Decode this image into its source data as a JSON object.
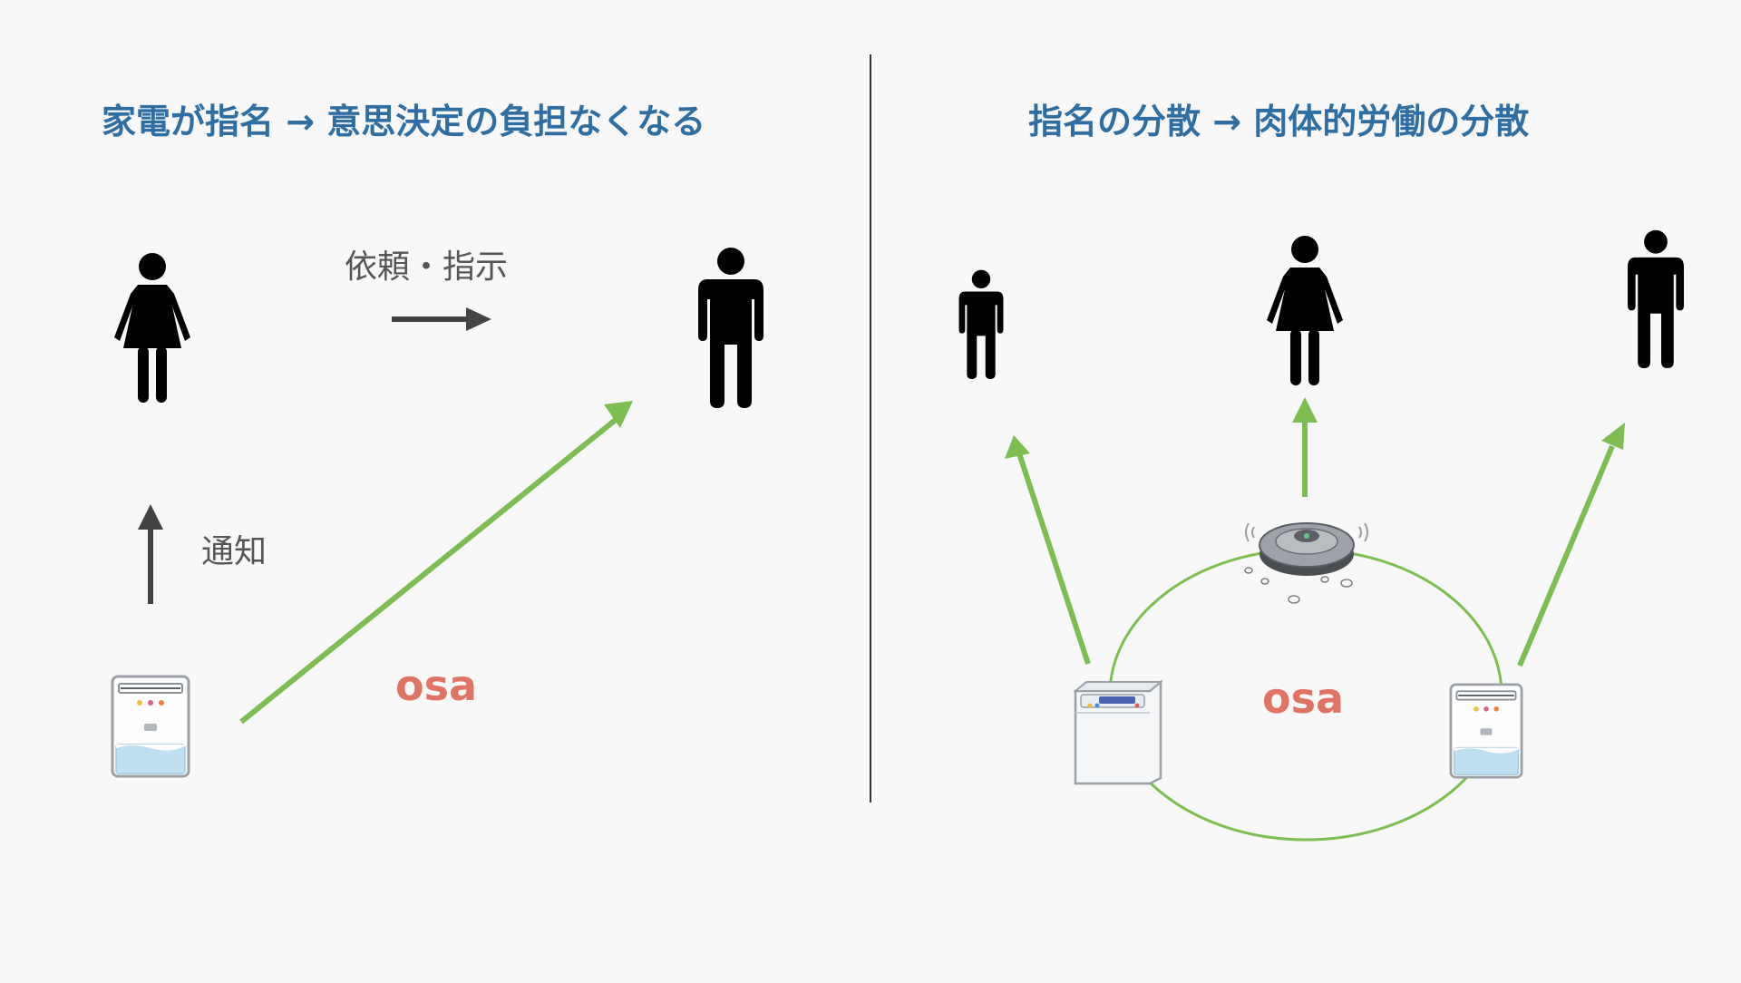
{
  "left_panel": {
    "title": "家電が指名 → 意思決定の負担なくなる",
    "request_label": "依頼・指示",
    "notify_label": "通知",
    "brand_label": "osa"
  },
  "right_panel": {
    "title": "指名の分散 → 肉体的労働の分散",
    "brand_label": "osa"
  },
  "colors": {
    "title_blue": "#2f6ea3",
    "arrow_green": "#7dbd52",
    "brand_red": "#e07363",
    "arrow_dark": "#444444",
    "divider": "#333333",
    "figure": "#000000"
  },
  "icons": [
    "woman-icon",
    "man-icon",
    "water-dispenser-icon",
    "robot-vacuum-icon",
    "washing-machine-icon"
  ]
}
